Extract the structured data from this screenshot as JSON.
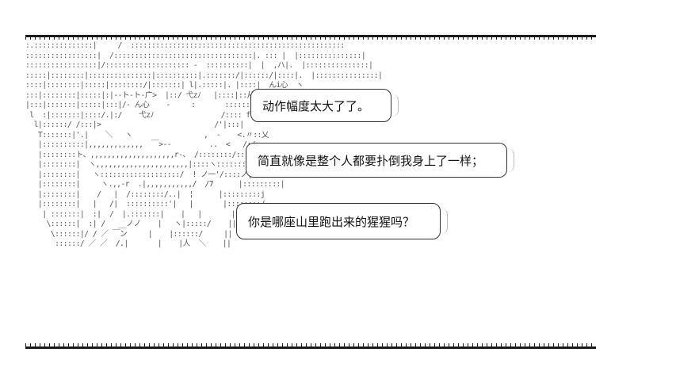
{
  "rule_top": "",
  "rule_bottom": "",
  "art_lines": [
    ":.::::::::::::::|     /  :::::::::::::::::::::::::::::::::::::::::::::::::::",
    ":::::::::::::::::|  /:::::::::::::::::::::::::::::::::|. ::: |  |:::::::::::::::|",
    ":::::::::::::::::|/:::::::::::::::::::: -  ::::::::::|  |  ,ハ|.  |:::::::::::::::|",
    ":::::|::::::::|:::::::::::::::|::::::::::|.:::::::/|::::::/|::::|.  |:::::::::::::::|",
    "::::|::::::::|:::::|::::::::/|:::::::| l|.:::::|. |::::|  んi心  ヽ",
    ":::|::::::::|:::::|:|--ト-ト-广>  |::/ 弋zﾉ   |::::|::从",
    "|:::|:::::::|:::::|:::|/- ん心    -     :       ::::::::| ! |",
    " l  :|:::::::|::::/.|:/    弋zﾉ                /:::: f",
    "  l|::::::/ /:::|>                           /'|:::|",
    "   T:::::::|'.|    ＼   ヽ                 ,  -    <.〃::乂",
    "   |::::::::::|,,,,,,,,,,,,,  ￣>--         ..  <   /:/:::::::::",
    "   |::::::::ト、,,,,,,,,,,,,,,,,,,,,r-、 /::::::::/::::/:::f",
    "   |::::::::|  ヽ,,,,,,,,,,,,,,,,,,,,,,|::::ヽ:::::::::/::::/:::::",
    "   |::::::::|   ヽ:::::::::::::::::::/  ! ノ一'/::::ノ|:::::乂",
    "   |::::::::|     ヽ.,,-r  .|,,,,,,,,,,,/  /7      |:::::::::|",
    "   |::::::::|    /   |  /::::::::/..|  ¦      |:::::::::j",
    "   |::::::::|   |   /|  ::::::::::'|   |       |::::::::/",
    "    | :::::::|  :|  /  |.:::::::|    |   |       |:::::::/",
    "     \\::::::|  :| /   __ノノ    |   ヽ|:::::/    ||",
    "      \\::::::|/ / ／ ￣ン     |    |::::::/     ||",
    "       ::::::/ ／ ／  /.|       |    |人  ＼    ||"
  ],
  "bubbles": [
    "动作幅度太大了了。",
    "简直就像是整个人都要扑倒我身上了一样；",
    "你是哪座山里跑出来的猩猩吗？"
  ]
}
